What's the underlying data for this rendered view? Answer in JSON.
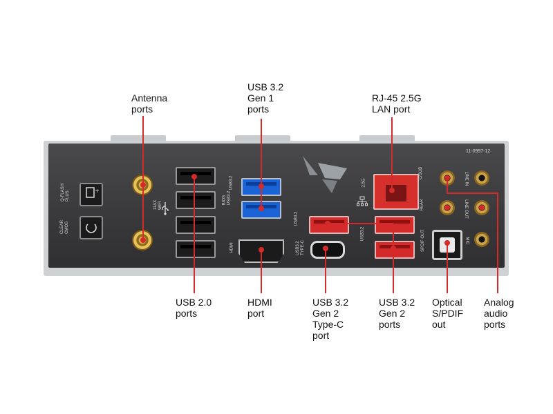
{
  "labels": {
    "antenna": "Antenna\nports",
    "usb32_gen1": "USB 3.2\nGen 1\nports",
    "rj45": "RJ-45 2.5G\nLAN port",
    "usb20": "USB 2.0\nports",
    "hdmi": "HDMI\nport",
    "typec": "USB 3.2\nGen 2\nType-C\nport",
    "usb32_gen2": "USB 3.2\nGen 2\nports",
    "optical": "Optical\nS/PDIF\nout",
    "analog": "Analog\naudio\nports"
  },
  "panel_text": {
    "qflash": "Q-FLASH\nPLUS",
    "flash": "FLASH",
    "clear": "CLEAR\nCMOS",
    "cmos": "CMOS",
    "wifi": "11AX\nWIFI",
    "bios": "BIOS\nUSB3.2",
    "usb32_top": "USB3.2",
    "hdmi": "HDMI",
    "usb32_typec": "USB3.2\nTYPE-C",
    "usb32_red": "USB3.2",
    "usb32_red2": "USB3.2",
    "lan": "2.5G",
    "csub": "C/SUB",
    "rear": "REAR",
    "spdif": "SPDIF OUT",
    "linein": "LINE IN",
    "lineout": "LINE OUT",
    "mic": "MIC",
    "code": "11-0997-12"
  },
  "colors": {
    "leader_line": "#d42a2a",
    "usb_gen1": "#1a63d6",
    "usb_gen2": "#d42a2a",
    "panel": "#3b3b3d"
  }
}
